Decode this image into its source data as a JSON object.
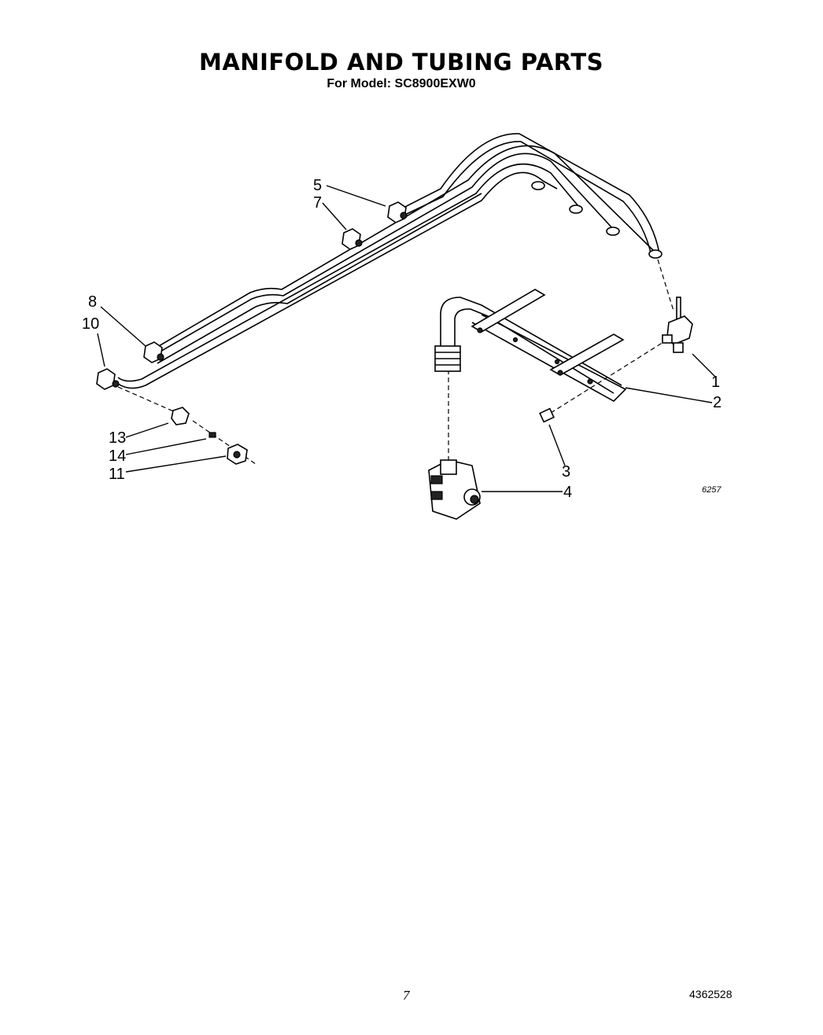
{
  "header": {
    "title": "MANIFOLD AND TUBING PARTS",
    "subtitle": "For Model: SC8900EXW0"
  },
  "diagram": {
    "callouts": [
      "1",
      "2",
      "3",
      "4",
      "5",
      "7",
      "8",
      "10",
      "11",
      "13",
      "14"
    ],
    "drawing_code": "6257"
  },
  "footer": {
    "page_number": "7",
    "document_number": "4362528"
  }
}
